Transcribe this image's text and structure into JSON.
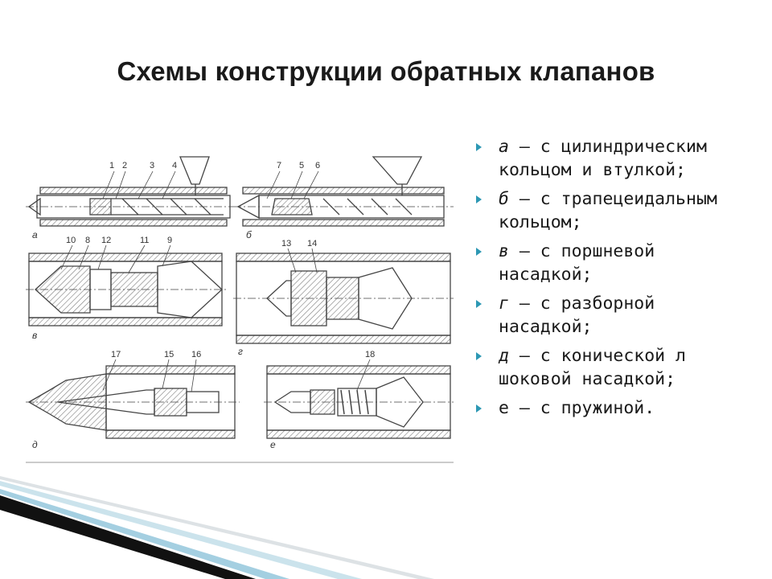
{
  "title": "Схемы конструкции обратных клапанов",
  "bullets": [
    {
      "letter": "а",
      "text": " – с цилиндрическим кольцом и втулкой;"
    },
    {
      "letter": "б",
      "text": " – с трапецеидальным кольцом;"
    },
    {
      "letter": "в",
      "text": " – с поршневой насадкой;"
    },
    {
      "letter": "г",
      "text": " – с разборной насадкой;"
    },
    {
      "letter": "д",
      "text": " – с конической л шоковой насадкой;"
    },
    {
      "letter": "е",
      "text": " – с пружиной."
    }
  ],
  "figure": {
    "panel_letters": [
      "а",
      "б",
      "в",
      "г",
      "д",
      "е"
    ],
    "part_numbers": [
      "1",
      "2",
      "3",
      "4",
      "7",
      "5",
      "6",
      "10",
      "8",
      "12",
      "11",
      "9",
      "13",
      "14",
      "17",
      "15",
      "16",
      "18"
    ]
  },
  "colors": {
    "bullet_marker": "#2d98b4",
    "hatch": "#7a7a7a",
    "deco_dark": "#111111",
    "deco_blue": "#5aa8c8"
  },
  "icons": {
    "bullet_marker": "triangle-right-icon"
  }
}
